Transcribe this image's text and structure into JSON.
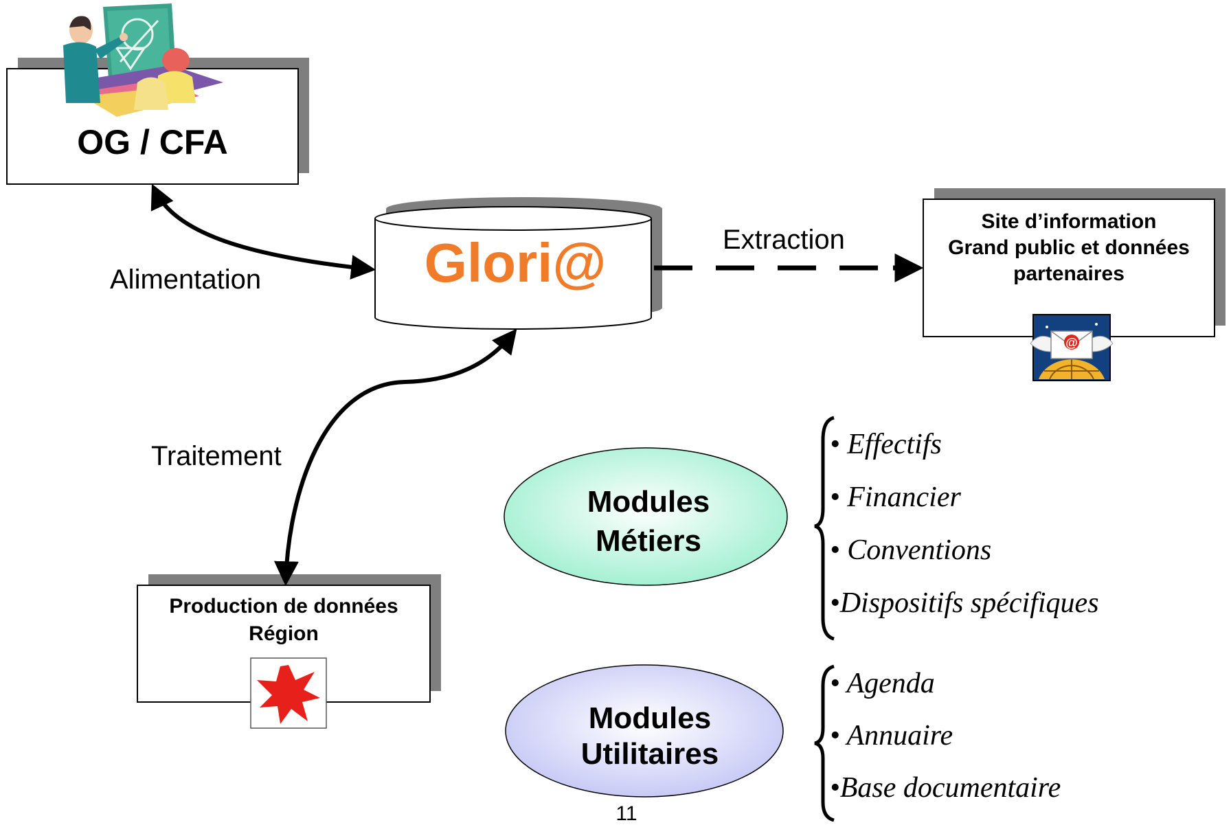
{
  "boxes": {
    "og_cfa": "OG / CFA",
    "site_info": [
      "Site d’information",
      "Grand public et données",
      "partenaires"
    ],
    "production": [
      "Production de données",
      "Région"
    ]
  },
  "database": {
    "label": "Glori@",
    "color": "#f07c2a"
  },
  "connectors": {
    "alimentation": "Alimentation",
    "extraction": "Extraction",
    "traitement": "Traitement"
  },
  "modules_metiers": {
    "title": [
      "Modules",
      "Métiers"
    ],
    "color": "#aff3d8",
    "items": [
      "• Effectifs",
      "• Financier",
      "• Conventions",
      "•Dispositifs spécifiques"
    ]
  },
  "modules_utilitaires": {
    "title": [
      "Modules",
      "Utilitaires"
    ],
    "color": "#cfd0f7",
    "items": [
      "• Agenda",
      "• Annuaire",
      "•Base documentaire"
    ]
  },
  "page_number": "11"
}
